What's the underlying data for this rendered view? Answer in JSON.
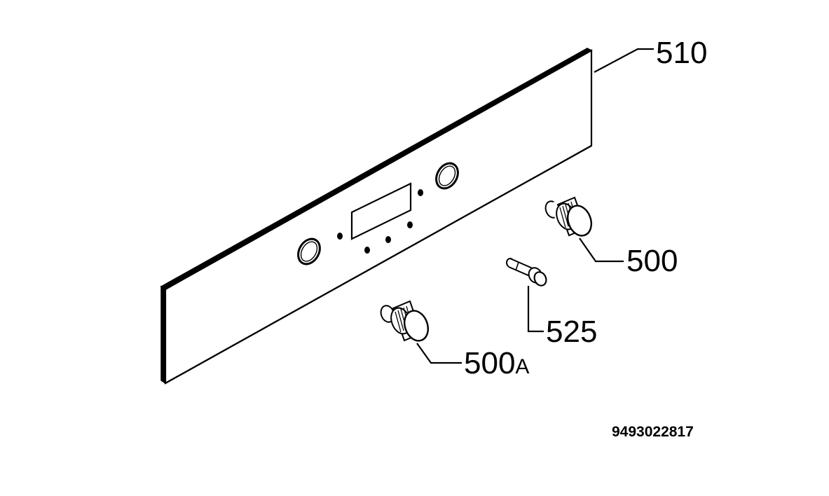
{
  "callouts": {
    "panel": "510",
    "knob": "500",
    "pin": "525",
    "knob_alt": "500A"
  },
  "document_number": "9493022817",
  "colors": {
    "line": "#000000",
    "background": "#ffffff"
  }
}
